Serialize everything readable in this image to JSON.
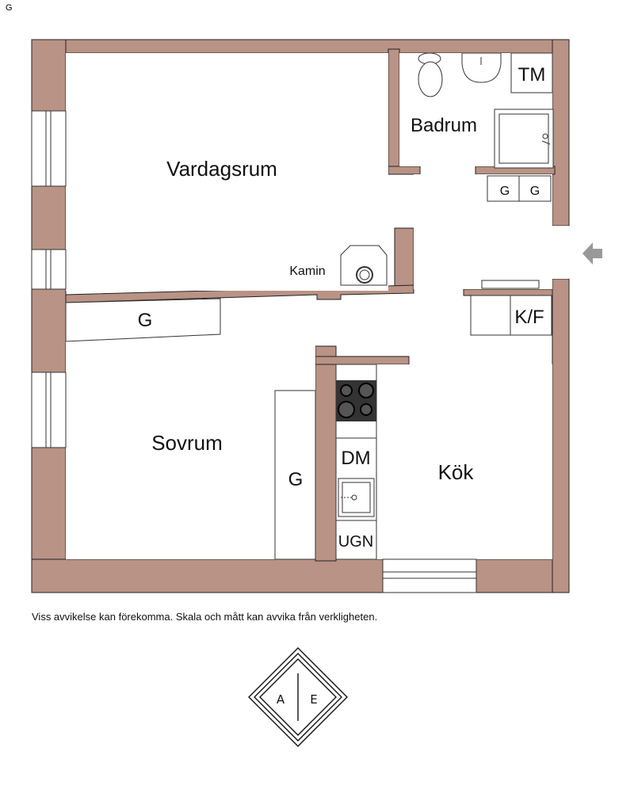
{
  "corner_text": "G",
  "rooms": {
    "vardagsrum": "Vardagsrum",
    "badrum": "Badrum",
    "sovrum": "Sovrum",
    "kok": "Kök"
  },
  "fixtures": {
    "tm": "TM",
    "bath_g1": "G",
    "bath_g2": "G",
    "kamin": "Kamin",
    "closet_hall": "G",
    "kf": "K/F",
    "dm": "DM",
    "closet_bedroom": "G",
    "ugn": "UGN"
  },
  "disclaimer": "Viss avvikelse kan förekomma. Skala och mått kan avvika från verkligheten.",
  "logo": {
    "left_letter": "A",
    "right_letter": "E"
  },
  "colors": {
    "wall": "#b99385",
    "outline": "#222222",
    "floor": "#ffffff"
  }
}
